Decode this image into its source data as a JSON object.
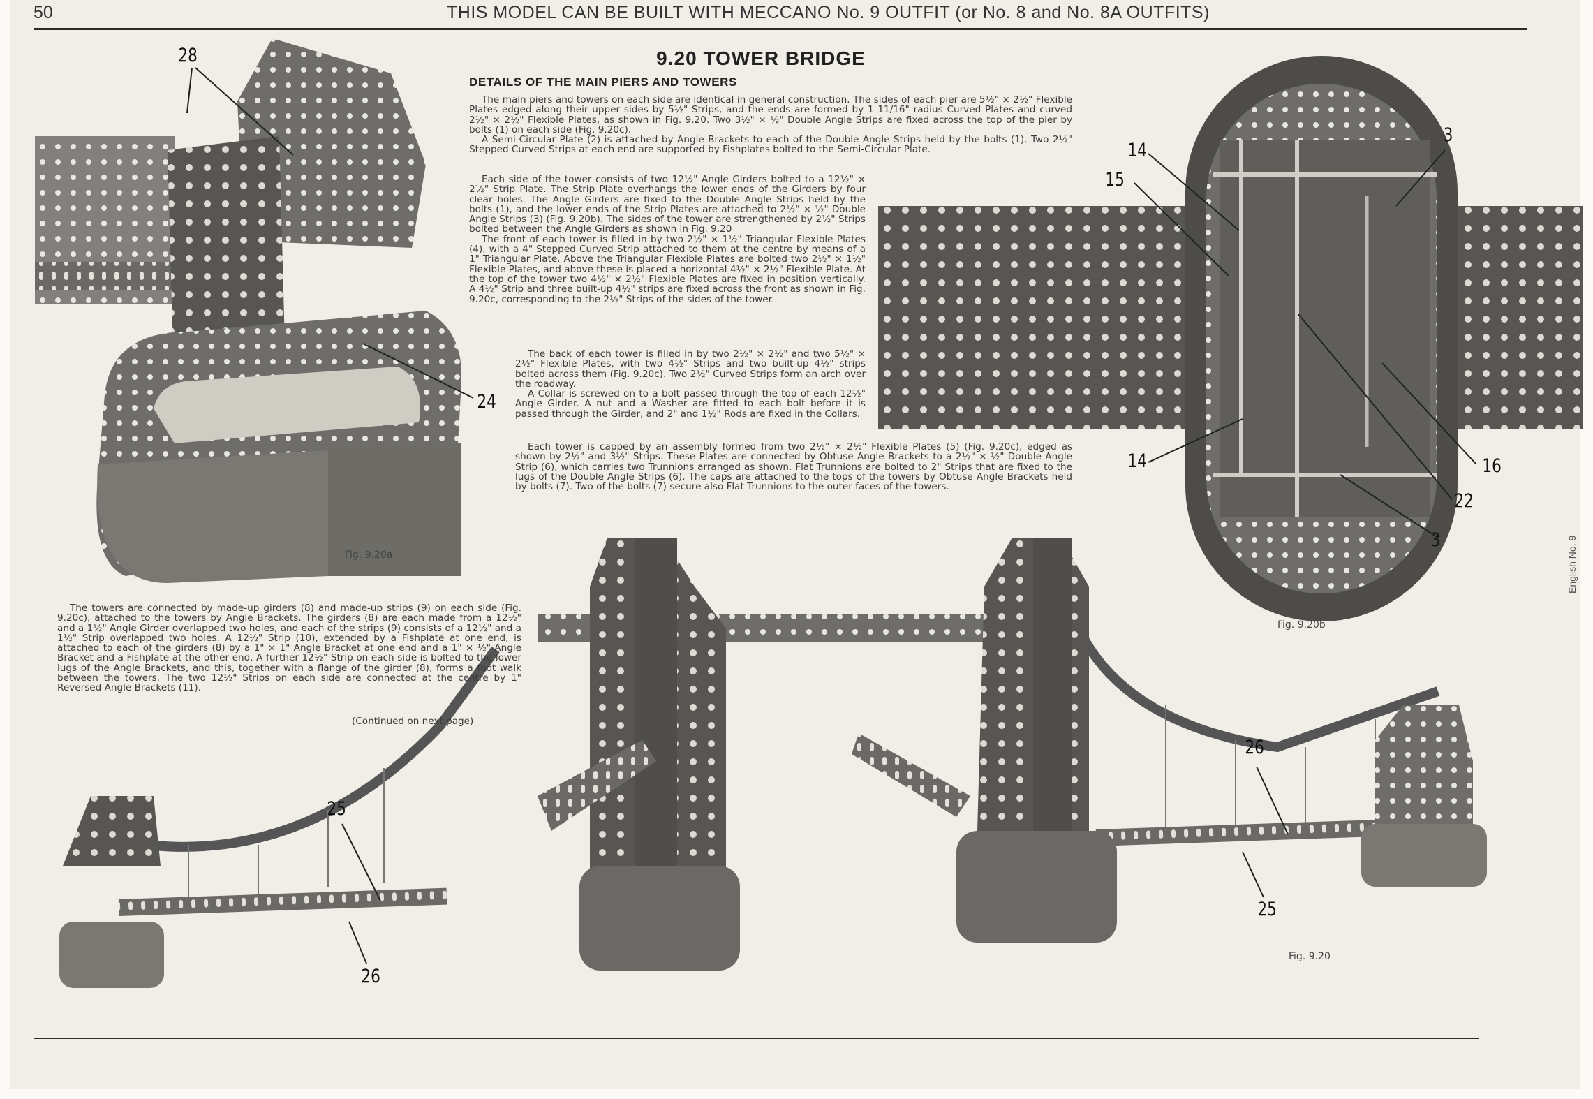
{
  "header": {
    "page_number": "50",
    "running_title": "THIS MODEL CAN BE BUILT WITH MECCANO No. 9 OUTFIT (or No. 8 and No. 8A OUTFITS)"
  },
  "article": {
    "title": "9.20  TOWER BRIDGE",
    "subheading": "DETAILS OF THE MAIN PIERS AND TOWERS",
    "paragraphs_top": [
      "The main piers and towers on each side are identical in general construction. The sides of each pier are 5½\" × 2½\" Flexible Plates edged along their upper sides by 5½\" Strips, and the ends are formed by 1 11/16\" radius Curved Plates and curved 2½\" × 2½\" Flexible Plates, as shown in Fig. 9.20. Two 3½\" × ½\" Double Angle Strips are fixed across the top of the pier by bolts (1) on each side (Fig. 9.20c).",
      "A Semi-Circular Plate (2) is attached by Angle Brackets to each of the Double Angle Strips held by the bolts (1). Two 2½\" Stepped Curved Strips at each end are supported by Fishplates bolted to the Semi-Circular Plate."
    ],
    "paragraphs_column": [
      "Each side of the tower consists of two 12½\" Angle Girders bolted to a 12½\" × 2½\" Strip Plate. The Strip Plate overhangs the lower ends of the Girders by four clear holes. The Angle Girders are fixed to the Double Angle Strips held by the bolts (1), and the lower ends of the Strip Plates are attached to 2½\" × ½\" Double Angle Strips (3) (Fig. 9.20b). The sides of the tower are strengthened by 2½\" Strips bolted between the Angle Girders as shown in Fig. 9.20",
      "The front of each tower is filled in by two 2½\" × 1½\" Triangular Flexible Plates (4), with a 4\" Stepped Curved Strip attached to them at the centre by means of a 1\" Triangular Plate. Above the Triangular Flexible Plates are bolted two 2½\" × 1½\" Flexible Plates, and above these is placed a horizontal 4½\" × 2½\" Flexible Plate. At the top of the tower two 4½\" × 2½\" Flexible Plates are fixed in position vertically. A 4½\" Strip and three built-up 4½\" strips are fixed across the front as shown in Fig. 9.20c, corresponding to the 2½\" Strips of the sides of the tower."
    ],
    "paragraphs_indented": [
      "The back of each tower is filled in by two 2½\" × 2½\" and two 5½\" × 2½\" Flexible Plates, with two 4½\" Strips and two built-up 4½\" strips bolted across them (Fig. 9.20c). Two 2½\" Curved Strips form an arch over the roadway.",
      "A Collar is screwed on to a bolt passed through the top of each 12½\" Angle Girder. A nut and a Washer are fitted to each bolt before it is passed through the Girder, and 2\" and 1½\" Rods are fixed in the Collars."
    ],
    "paragraphs_wide": [
      "Each tower is capped by an assembly formed from two 2½\" × 2½\" Flexible Plates (5) (Fig. 9.20c), edged as shown by 2½\" and 3½\" Strips. These Plates are connected by Obtuse Angle Brackets to a 2½\" × ½\" Double Angle Strip (6), which carries two Trunnions arranged as shown. Flat Trunnions are bolted to 2\" Strips that are fixed to the lugs of the Double Angle Strips (6). The caps are attached to the tops of the towers by Obtuse Angle Brackets held by bolts (7). Two of the bolts (7) secure also Flat Trunnions to the outer faces of the towers."
    ],
    "paragraph_bottom": "The towers are connected by made-up girders (8) and made-up strips (9) on each side (Fig. 9.20c), attached to the towers by Angle Brackets. The girders (8) are each made from a 12½\" and a 1½\" Angle Girder overlapped two holes, and each of the strips (9) consists of a 12½\" and a 1½\" Strip overlapped two holes. A 12½\" Strip (10), extended by a Fishplate at one end, is attached to each of the girders (8) by a 1\" × 1\" Angle Bracket at one end and a 1\" × ½\" Angle Bracket and a Fishplate at the other end. A further 12½\" Strip on each side is bolted to the lower lugs of the Angle Brackets, and this, together with a flange of the girder (8), forms a foot walk between the towers. The two 12½\" Strips on each side are connected at the centre by 1\" Reversed Angle Brackets (11).",
    "continued": "(Continued on next page)"
  },
  "figures": {
    "fig_a": {
      "caption": "Fig. 9.20a",
      "callouts": [
        "28",
        "24"
      ]
    },
    "fig_b": {
      "caption": "Fig. 9.20b",
      "callouts": [
        "14",
        "15",
        "3",
        "14",
        "16",
        "22",
        "3"
      ]
    },
    "fig_main": {
      "caption": "Fig. 9.20",
      "callouts": [
        "25",
        "26",
        "26",
        "25"
      ]
    }
  },
  "side_note": "English No. 9"
}
